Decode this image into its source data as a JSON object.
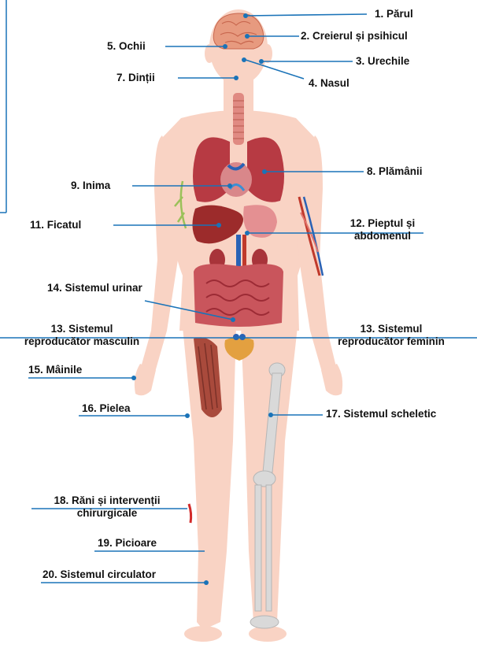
{
  "colors": {
    "leader": "#1a73b8",
    "skin": "#f9d3c4",
    "organ_red": "#b73a43",
    "bone": "#d9d9d9",
    "muscle": "#a94a3c"
  },
  "labels": {
    "par": "1. Părul",
    "creier": "2. Creierul și psihicul",
    "urechi": "3. Urechile",
    "nas": "4. Nasul",
    "ochi": "5. Ochii",
    "dinti": "7. Dinții",
    "plamani": "8. Plămânii",
    "inima": "9. Inima",
    "ficat": "11. Ficatul",
    "piept_1": "12. Pieptul și",
    "piept_2": "abdomenul",
    "urinar": "14. Sistemul urinar",
    "masc_1": "13. Sistemul",
    "masc_2": "reproducător masculin",
    "fem_1": "13. Sistemul",
    "fem_2": "reproducător feminin",
    "maini": "15. Mâinile",
    "piele": "16. Pielea",
    "schelet": "17. Sistemul scheletic",
    "rani_1": "18. Răni și intervenții",
    "rani_2": "chirurgicale",
    "picioare": "19. Picioare",
    "circulator": "20. Sistemul circulator"
  }
}
